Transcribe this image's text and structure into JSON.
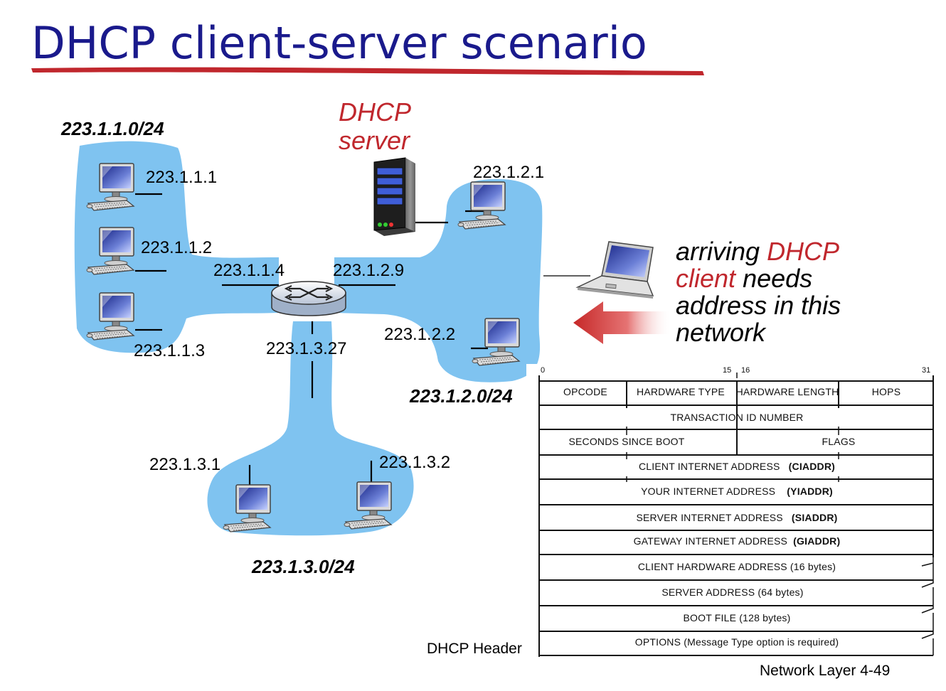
{
  "title": "DHCP client-server scenario",
  "colors": {
    "title": "#1a1a8c",
    "underline": "#c0272d",
    "network_blob": "#7fc3f0",
    "highlight_red": "#c0272d",
    "arrow": "#c62828"
  },
  "server": {
    "label_line1": "DHCP",
    "label_line2": "server"
  },
  "subnets": {
    "net1": "223.1.1.0/24",
    "net2": "223.1.2.0/24",
    "net3": "223.1.3.0/24"
  },
  "hosts": {
    "h1": "223.1.1.1",
    "h2": "223.1.1.2",
    "h3": "223.1.1.3",
    "h4": "223.1.2.1",
    "h5": "223.1.2.2",
    "h6": "223.1.3.1",
    "h7": "223.1.3.2"
  },
  "router": {
    "if1": "223.1.1.4",
    "if2": "223.1.2.9",
    "if3": "223.1.3.27"
  },
  "caption": {
    "w1": "arriving",
    "w2": "DHCP",
    "w3": "client",
    "w4": "needs",
    "line3": "address in this",
    "line4": "network"
  },
  "header_table": {
    "bit_labels": [
      "0",
      "15",
      "16",
      "31"
    ],
    "row1": [
      "OPCODE",
      "HARDWARE TYPE",
      "HARDWARE LENGTH",
      "HOPS"
    ],
    "row2": "TRANSACTION ID NUMBER",
    "row3": [
      "SECONDS SINCE BOOT",
      "FLAGS"
    ],
    "row4": [
      "CLIENT INTERNET ADDRESS",
      "(CIADDR)"
    ],
    "row5": [
      "YOUR INTERNET ADDRESS",
      "(YIADDR)"
    ],
    "row6": [
      "SERVER INTERNET ADDRESS",
      "(SIADDR)"
    ],
    "row7": [
      "GATEWAY INTERNET ADDRESS",
      "(GIADDR)"
    ],
    "row8": "CLIENT HARDWARE ADDRESS (16 bytes)",
    "row9": "SERVER ADDRESS (64 bytes)",
    "row10": "BOOT FILE (128 bytes)",
    "row11": "OPTIONS (Message Type option is required)",
    "caption": "DHCP Header"
  },
  "footer": "Network Layer  4-49"
}
